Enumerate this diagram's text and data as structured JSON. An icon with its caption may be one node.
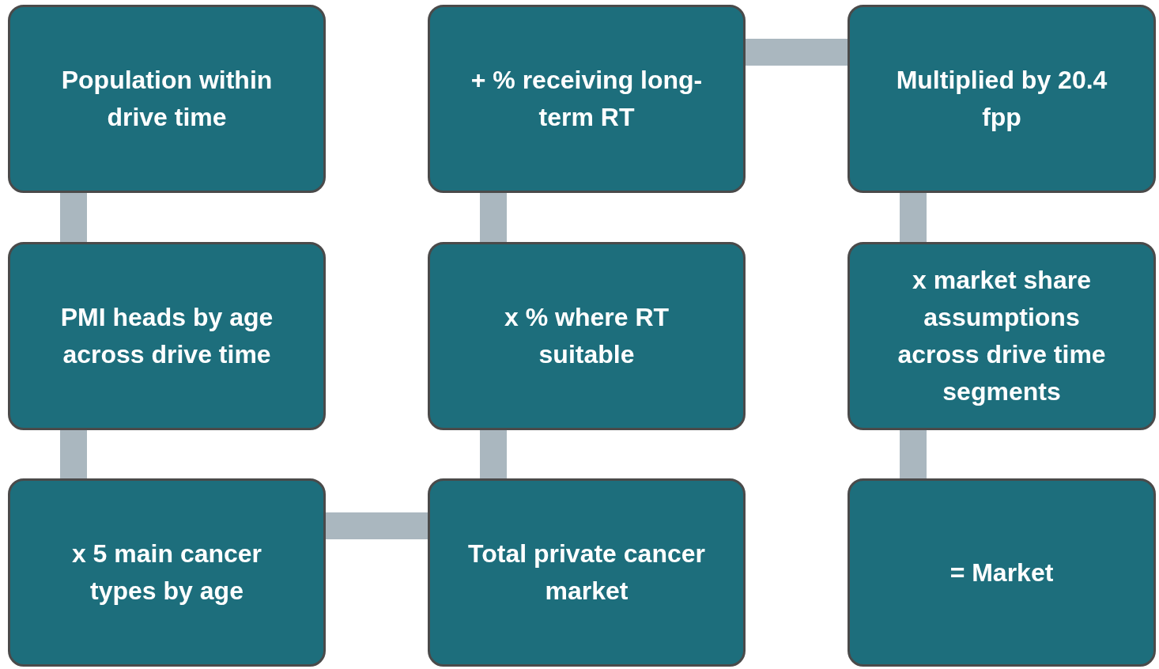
{
  "diagram": {
    "nodes": [
      {
        "text": [
          "Population within drive time"
        ]
      },
      {
        "text": [
          "PMI heads by age across drive time"
        ]
      },
      {
        "text": [
          "x 5 main cancer types by age"
        ]
      },
      {
        "text": [
          "Total private cancer market"
        ]
      },
      {
        "text": [
          "x % where RT suitable"
        ]
      },
      {
        "text": [
          "+ % receiving long-term RT"
        ]
      },
      {
        "text": [
          "Multiplied by 20.4 fpp"
        ]
      },
      {
        "text": [
          "x market share assumptions across drive time segments"
        ]
      },
      {
        "text": [
          "= Market"
        ]
      }
    ],
    "edges": [
      {
        "from": 0,
        "to": 1,
        "arrow": "none"
      },
      {
        "from": 1,
        "to": 2,
        "arrow": "none"
      },
      {
        "from": 2,
        "to": 3,
        "arrow": "none"
      },
      {
        "from": 3,
        "to": 4,
        "arrow": "none"
      },
      {
        "from": 4,
        "to": 5,
        "arrow": "none"
      },
      {
        "from": 5,
        "to": 6,
        "arrow": "none"
      },
      {
        "from": 6,
        "to": 7,
        "arrow": "none"
      },
      {
        "from": 7,
        "to": 8,
        "arrow": "none"
      }
    ]
  }
}
